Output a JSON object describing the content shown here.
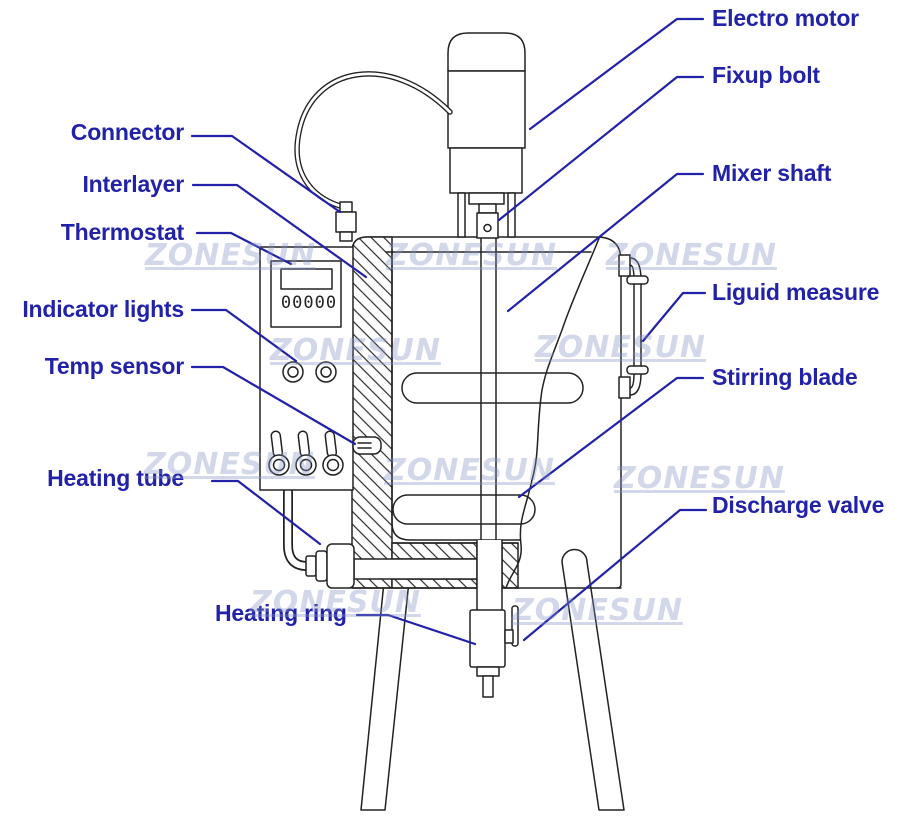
{
  "watermark": {
    "text": "ZONESUN"
  },
  "thermostat_display": {
    "value": "00000"
  },
  "colors": {
    "label_blue": "#2222a8",
    "line_dark": "#222222",
    "watermark_light": "rgba(130,148,196,0.36)"
  },
  "labels": {
    "left": [
      {
        "id": "connector",
        "text": "Connector"
      },
      {
        "id": "interlayer",
        "text": "Interlayer"
      },
      {
        "id": "thermostat",
        "text": "Thermostat"
      },
      {
        "id": "indicator-lights",
        "text": "Indicator lights"
      },
      {
        "id": "temp-sensor",
        "text": "Temp sensor"
      },
      {
        "id": "heating-tube",
        "text": "Heating tube"
      },
      {
        "id": "heating-ring",
        "text": "Heating ring"
      }
    ],
    "right": [
      {
        "id": "electro-motor",
        "text": "Electro motor"
      },
      {
        "id": "fixup-bolt",
        "text": "Fixup bolt"
      },
      {
        "id": "mixer-shaft",
        "text": "Mixer shaft"
      },
      {
        "id": "liguid-measure",
        "text": "Liguid measure"
      },
      {
        "id": "stirring-blade",
        "text": "Stirring blade"
      },
      {
        "id": "discharge-valve",
        "text": "Discharge valve"
      }
    ]
  }
}
